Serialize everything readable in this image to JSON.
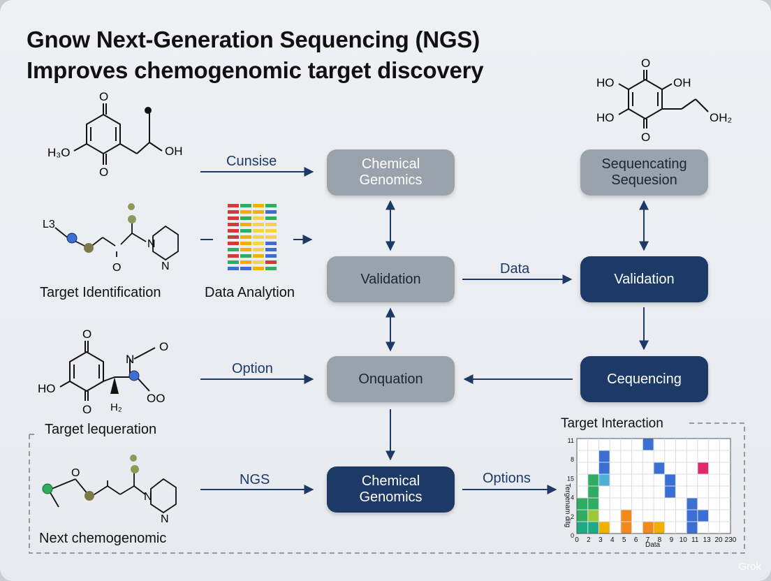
{
  "title": {
    "line1": "Gnow Next-Generation Sequencing (NGS)",
    "line2": "Improves chemogenomic target discovery"
  },
  "nodes": {
    "chemical_genomics_top": "Chemical Genomics",
    "validation_center": "Validation",
    "onquation": "Onquation",
    "chemical_genomics_bottom": "Chemical Genomics",
    "sequencating": "Sequencating Sequesion",
    "validation_right": "Validation",
    "cequencing": "Cequencing"
  },
  "arrow_labels": {
    "cunsise": "Cunsise",
    "data": "Data",
    "option": "Option",
    "ngs": "NGS",
    "options": "Options"
  },
  "captions": {
    "target_identification": "Target Identification",
    "data_analytion": "Data Analytion",
    "target_lequeration": "Target lequeration",
    "next_chemogenomic": "Next chemogenomic"
  },
  "molecules": {
    "m1": {
      "h3o": "H₃O",
      "oh": "OH",
      "o_top": "O",
      "o_bottom": "O"
    },
    "m2": {
      "l3": "L3",
      "o": "O",
      "n1": "N",
      "n2": "N"
    },
    "m3": {
      "ho": "HO",
      "o_top": "O",
      "o_bottom": "O",
      "n": "N",
      "o_right": "O",
      "oo": "OO",
      "h2": "H₂"
    },
    "m4": {
      "o": "O",
      "n1": "N",
      "n2": "N"
    },
    "m5": {
      "ho1": "HO",
      "oh1": "OH",
      "ho2": "HO",
      "oh2": "OH₂",
      "o_top": "O",
      "o_bottom": "O"
    }
  },
  "colors": {
    "navy": "#1d3a67",
    "gray_node": "#9aa2ab",
    "arrow": "#1d3a67"
  },
  "chart_data": {
    "type": "heatmap",
    "title": "Target Interaction",
    "xlabel": "Data",
    "ylabel": "Tergenam ditg",
    "x_ticks": [
      "0",
      "2",
      "3",
      "4",
      "5",
      "6",
      "7",
      "8",
      "9",
      "10",
      "11",
      "13",
      "20",
      "230"
    ],
    "y_ticks": [
      "11",
      "8",
      "15",
      "4",
      "2",
      "0"
    ],
    "cols": 14,
    "rows": 8,
    "cells": [
      {
        "col": 0,
        "row": 5,
        "color": "#2fae62"
      },
      {
        "col": 0,
        "row": 6,
        "color": "#2fae62"
      },
      {
        "col": 0,
        "row": 7,
        "color": "#1faa86"
      },
      {
        "col": 1,
        "row": 3,
        "color": "#2fae62"
      },
      {
        "col": 1,
        "row": 4,
        "color": "#2fae62"
      },
      {
        "col": 1,
        "row": 5,
        "color": "#2fae62"
      },
      {
        "col": 1,
        "row": 6,
        "color": "#9cc93a"
      },
      {
        "col": 1,
        "row": 7,
        "color": "#1faa86"
      },
      {
        "col": 2,
        "row": 1,
        "color": "#3c6fd2"
      },
      {
        "col": 2,
        "row": 2,
        "color": "#3c6fd2"
      },
      {
        "col": 2,
        "row": 3,
        "color": "#4cb0d8"
      },
      {
        "col": 2,
        "row": 7,
        "color": "#f0b000"
      },
      {
        "col": 4,
        "row": 6,
        "color": "#f08a1c"
      },
      {
        "col": 4,
        "row": 7,
        "color": "#f08a1c"
      },
      {
        "col": 6,
        "row": 0,
        "color": "#3c6fd2"
      },
      {
        "col": 6,
        "row": 7,
        "color": "#f08a1c"
      },
      {
        "col": 7,
        "row": 2,
        "color": "#3c6fd2"
      },
      {
        "col": 7,
        "row": 7,
        "color": "#f0b000"
      },
      {
        "col": 8,
        "row": 3,
        "color": "#3c6fd2"
      },
      {
        "col": 8,
        "row": 4,
        "color": "#3c6fd2"
      },
      {
        "col": 10,
        "row": 5,
        "color": "#3c6fd2"
      },
      {
        "col": 10,
        "row": 6,
        "color": "#3c6fd2"
      },
      {
        "col": 10,
        "row": 7,
        "color": "#3c6fd2"
      },
      {
        "col": 11,
        "row": 6,
        "color": "#3c6fd2"
      },
      {
        "col": 11,
        "row": 2,
        "color": "#e0286a"
      }
    ]
  },
  "data_bars": {
    "rows": [
      [
        "#d23b3b",
        "#2fae62",
        "#f0b000",
        "#2fae62"
      ],
      [
        "#d23b3b",
        "#f0b000",
        "#f0b000",
        "#3c6fd2"
      ],
      [
        "#d23b3b",
        "#2fae62",
        "#f5d24a",
        "#2fae62"
      ],
      [
        "#d23b3b",
        "#f0b000",
        "#f5d24a",
        "#f5d24a"
      ],
      [
        "#d23b3b",
        "#2fae62",
        "#f5d24a",
        "#f5d24a"
      ],
      [
        "#d23b3b",
        "#f0b000",
        "#f5d24a",
        "#f5d24a"
      ],
      [
        "#d23b3b",
        "#f0b000",
        "#f5d24a",
        "#3c6fd2"
      ],
      [
        "#2fae62",
        "#f0b000",
        "#f5d24a",
        "#3c6fd2"
      ],
      [
        "#d23b3b",
        "#2fae62",
        "#f0b000",
        "#3c6fd2"
      ],
      [
        "#2fae62",
        "#f0b000",
        "#f5d24a",
        "#d23b3b"
      ],
      [
        "#3c6fd2",
        "#3c6fd2",
        "#f0b000",
        "#2fae62"
      ]
    ]
  },
  "watermark": "Grok"
}
